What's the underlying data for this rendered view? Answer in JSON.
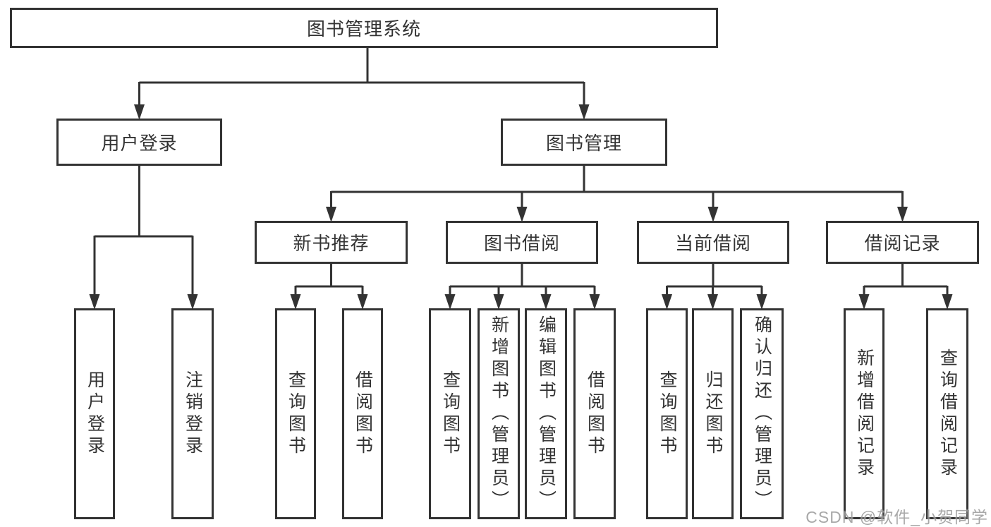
{
  "diagram_title": "图书管理系统",
  "tree": {
    "id": "root",
    "label": "图书管理系统",
    "children": [
      {
        "id": "user-login",
        "label": "用户登录",
        "children": [
          {
            "id": "user-login-action",
            "label": "用户登录"
          },
          {
            "id": "logout",
            "label": "注销登录"
          }
        ]
      },
      {
        "id": "book-mgmt",
        "label": "图书管理",
        "children": [
          {
            "id": "new-book-rec",
            "label": "新书推荐",
            "children": [
              {
                "id": "query-books-rec",
                "label": "查询图书"
              },
              {
                "id": "borrow-books-rec",
                "label": "借阅图书"
              }
            ]
          },
          {
            "id": "book-borrow",
            "label": "图书借阅",
            "children": [
              {
                "id": "query-books-borrow",
                "label": "查询图书"
              },
              {
                "id": "add-books",
                "label": "新增图书（管理员）"
              },
              {
                "id": "edit-books",
                "label": "编辑图书（管理员）"
              },
              {
                "id": "borrow-books",
                "label": "借阅图书"
              }
            ]
          },
          {
            "id": "current-borrow",
            "label": "当前借阅",
            "children": [
              {
                "id": "query-books-current",
                "label": "查询图书"
              },
              {
                "id": "return-books",
                "label": "归还图书"
              },
              {
                "id": "confirm-return",
                "label": "确认归还（管理员）"
              }
            ]
          },
          {
            "id": "borrow-records",
            "label": "借阅记录",
            "children": [
              {
                "id": "add-borrow-record",
                "label": "新增借阅记录"
              },
              {
                "id": "query-borrow-record",
                "label": "查询借阅记录"
              }
            ]
          }
        ]
      }
    ]
  },
  "watermark": "CSDN @软件_小贺同学",
  "colors": {
    "line": "#333333",
    "text": "#333333",
    "background": "#ffffff",
    "watermark": "#9a9a9a"
  }
}
